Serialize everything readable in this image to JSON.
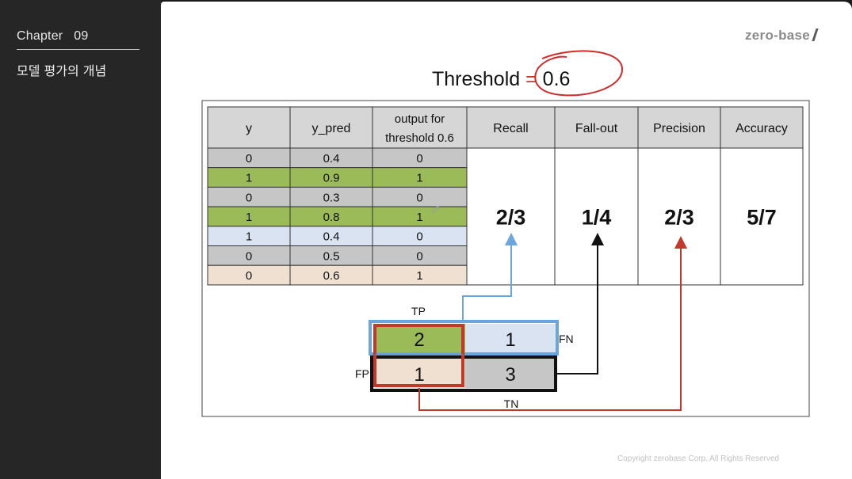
{
  "sidebar": {
    "chapter": "Chapter   09",
    "lesson": "모델 평가의 개념"
  },
  "slide": {
    "logo": "zero-base",
    "copyright": "Copyright zerobase Corp. All Rights Reserved",
    "title_prefix": "Threshold ",
    "title_equals": "=",
    "title_value": " 0.6"
  },
  "table": {
    "headers": [
      "y",
      "y_pred",
      "output for",
      "threshold 0.6",
      "Recall",
      "Fall-out",
      "Precision",
      "Accuracy"
    ],
    "rows": [
      {
        "y": "0",
        "y_pred": "0.4",
        "out": "0"
      },
      {
        "y": "1",
        "y_pred": "0.9",
        "out": "1"
      },
      {
        "y": "0",
        "y_pred": "0.3",
        "out": "0"
      },
      {
        "y": "1",
        "y_pred": "0.8",
        "out": "1"
      },
      {
        "y": "1",
        "y_pred": "0.4",
        "out": "0"
      },
      {
        "y": "0",
        "y_pred": "0.5",
        "out": "0"
      },
      {
        "y": "0",
        "y_pred": "0.6",
        "out": "1"
      }
    ],
    "metrics": [
      "2/3",
      "1/4",
      "2/3",
      "5/7"
    ]
  },
  "confusion": {
    "tp": "2",
    "fn": "1",
    "fp": "1",
    "tn": "3",
    "label_tp": "TP",
    "label_fn": "FN",
    "label_fp": "FP",
    "label_tn": "TN"
  },
  "colors": {
    "green": "#9bbb59",
    "gray": "#c6c6c6",
    "lightblue": "#dae3f2",
    "peach": "#f0e0d2",
    "blue_arrow": "#6aa5dd",
    "red_arrow": "#c0392b"
  }
}
